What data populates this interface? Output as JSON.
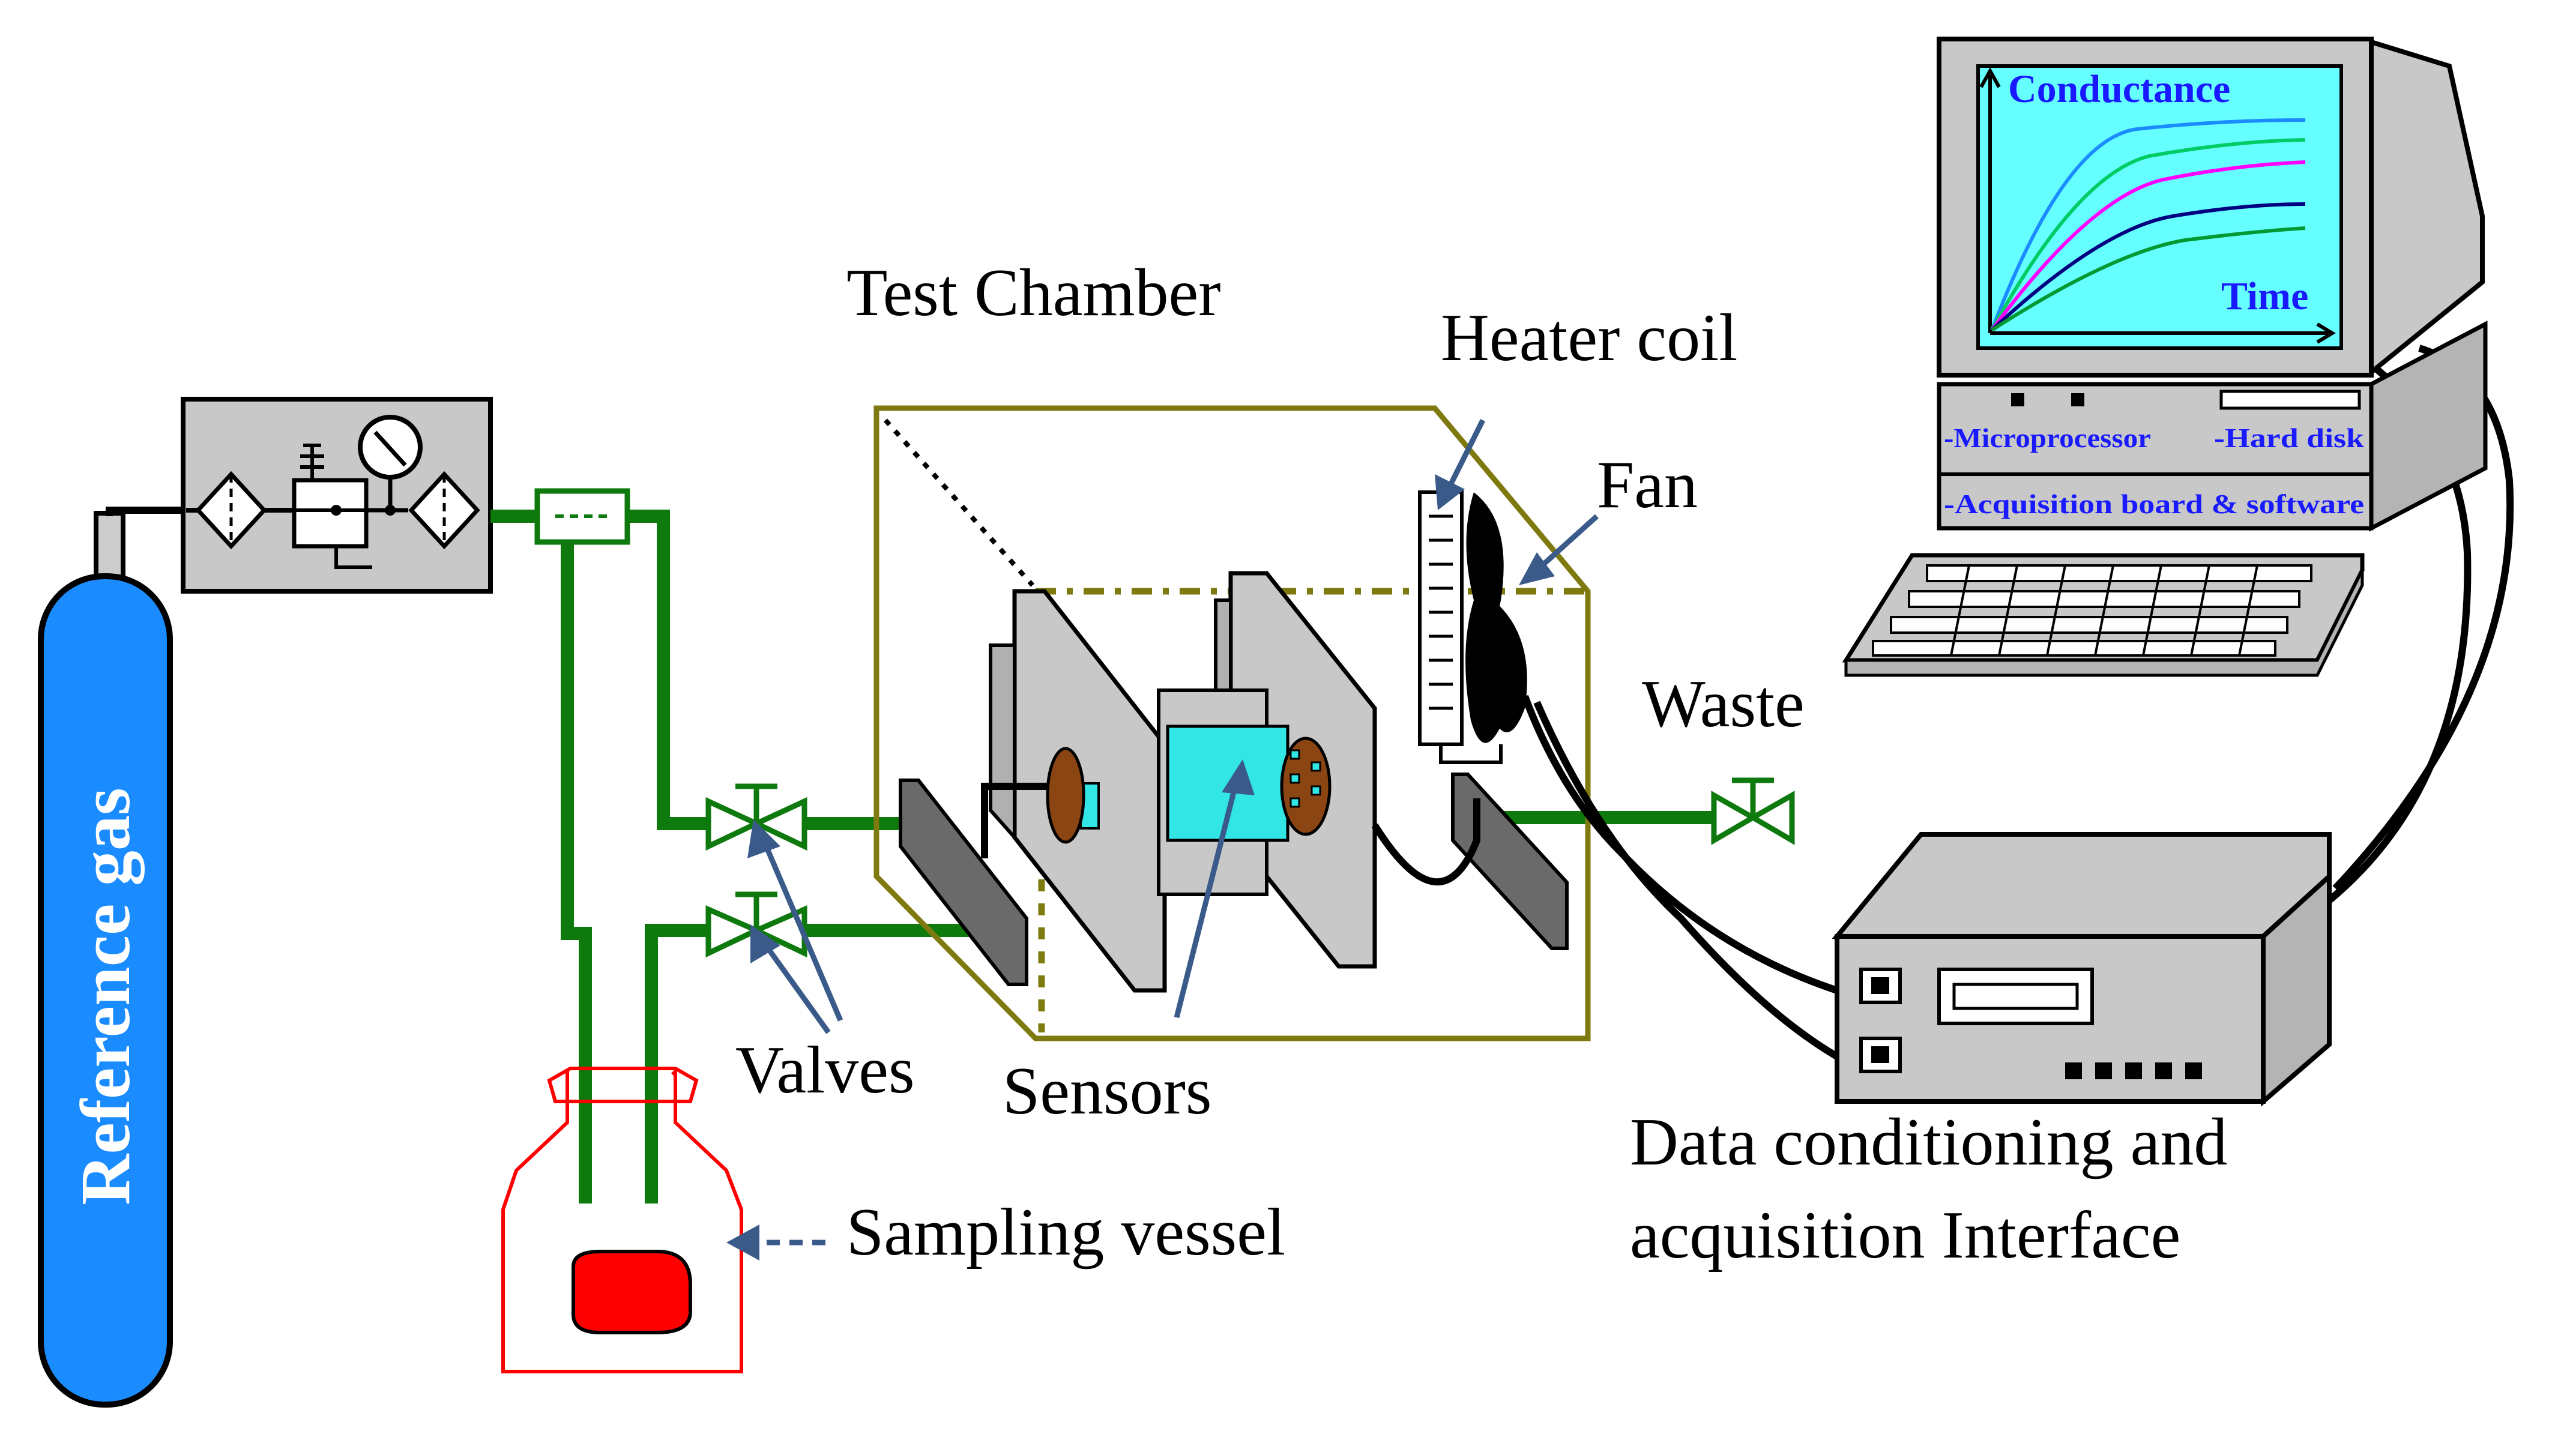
{
  "labels": {
    "test_chamber": "Test Chamber",
    "heater_coil": "Heater coil",
    "fan": "Fan",
    "waste": "Waste",
    "valves": "Valves",
    "sensors": "Sensors",
    "sampling_vessel": "Sampling vessel",
    "daq_line1": "Data conditioning and",
    "daq_line2": "acquisition Interface",
    "reference_gas": "Reference gas"
  },
  "computer": {
    "screen_title": "Conductance",
    "screen_axis": "Time",
    "case_microprocessor": "-Microprocessor",
    "case_hard_disk": "-Hard disk",
    "case_acquisition": "-Acquisition board & software"
  },
  "colors": {
    "pipe": "#0e7a0e",
    "cylinder": "#1a8cff",
    "vessel": "#ff0000",
    "chamber_outline": "#7f7a10",
    "screen": "#66ffff",
    "sensor_fill": "#33e6e6",
    "arrow": "#3a5a8a",
    "curves": [
      "#1a8cff",
      "#00cc66",
      "#ff00ff",
      "#000080",
      "#009933"
    ]
  }
}
